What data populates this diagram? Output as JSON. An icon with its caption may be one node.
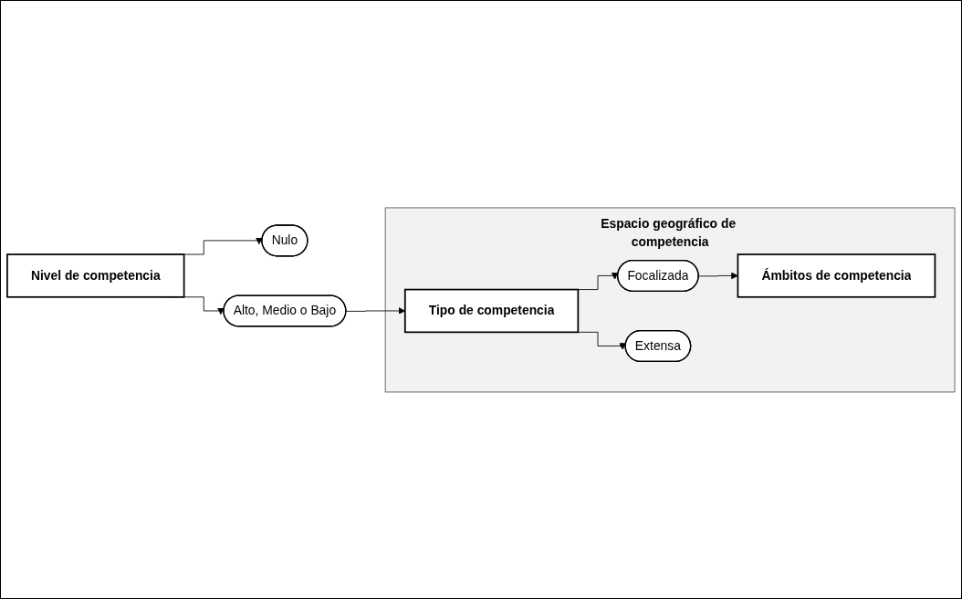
{
  "diagram": {
    "nodes": [
      {
        "text": [
          "Nivel de competencia"
        ]
      },
      {
        "text": [
          "Nulo"
        ]
      },
      {
        "text": [
          "Alto, Medio o Bajo"
        ]
      },
      {
        "text": [
          "Espacio geográfico de competencia"
        ]
      },
      {
        "text": [
          "Tipo de competencia"
        ],
        "in": 3
      },
      {
        "text": [
          "Focalizada"
        ],
        "in": 3
      },
      {
        "text": [
          "Ámbitos de competencia"
        ],
        "in": 3
      },
      {
        "text": [
          "Extensa"
        ],
        "in": 3
      }
    ],
    "edges": [
      {
        "from": 0,
        "to": 1,
        "arrow": "to"
      },
      {
        "from": 0,
        "to": 2,
        "arrow": "to"
      },
      {
        "from": 2,
        "to": 4,
        "arrow": "to"
      },
      {
        "from": 4,
        "to": 5,
        "arrow": "to"
      },
      {
        "from": 5,
        "to": 6,
        "arrow": "to"
      },
      {
        "from": 4,
        "to": 7,
        "arrow": "to"
      }
    ]
  }
}
